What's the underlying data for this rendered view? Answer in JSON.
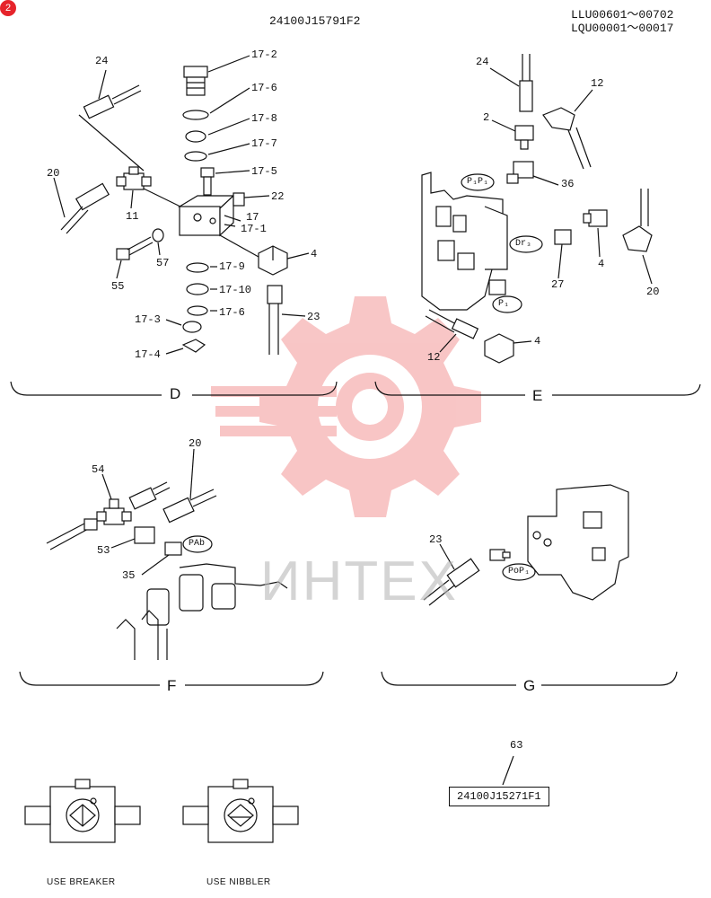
{
  "page_badge": "2",
  "header": {
    "part_number": "24100J15791F2",
    "serial_range_1": "LLU00601～00702",
    "serial_range_2": "LQU00001～00017"
  },
  "watermark_text": "ИНТЕХ",
  "sections": {
    "d": "D",
    "e": "E",
    "f": "F",
    "g": "G"
  },
  "labels_d": {
    "l24": "24",
    "l20": "20",
    "l11": "11",
    "l55": "55",
    "l57": "57",
    "l17_2": "17-2",
    "l17_6a": "17-6",
    "l17_8": "17-8",
    "l17_7": "17-7",
    "l17_5": "17-5",
    "l22": "22",
    "l17": "17",
    "l17_1": "17-1",
    "l4": "4",
    "l17_9": "17-9",
    "l17_10": "17-10",
    "l17_6b": "17-6",
    "l17_3": "17-3",
    "l17_4": "17-4",
    "l23": "23"
  },
  "labels_e": {
    "l24": "24",
    "l12a": "12",
    "l2": "2",
    "l36": "36",
    "l4a": "4",
    "l27": "27",
    "l20": "20",
    "l12b": "12",
    "l4b": "4",
    "tag_pp": "P₁P₁",
    "tag_dr": "Dr₃",
    "tag_p": "P₁"
  },
  "labels_f": {
    "l20": "20",
    "l54": "54",
    "l53": "53",
    "l35": "35",
    "tag_pab": "PAb"
  },
  "labels_g": {
    "l23": "23",
    "tag_pop": "PoP₁"
  },
  "plate": {
    "ref": "63",
    "number": "24100J15271F1"
  },
  "captions": {
    "breaker": "USE BREAKER",
    "nibbler": "USE NIBBLER"
  },
  "colors": {
    "watermark": "#f08080",
    "badge": "#e6242b",
    "ink": "#111111"
  }
}
